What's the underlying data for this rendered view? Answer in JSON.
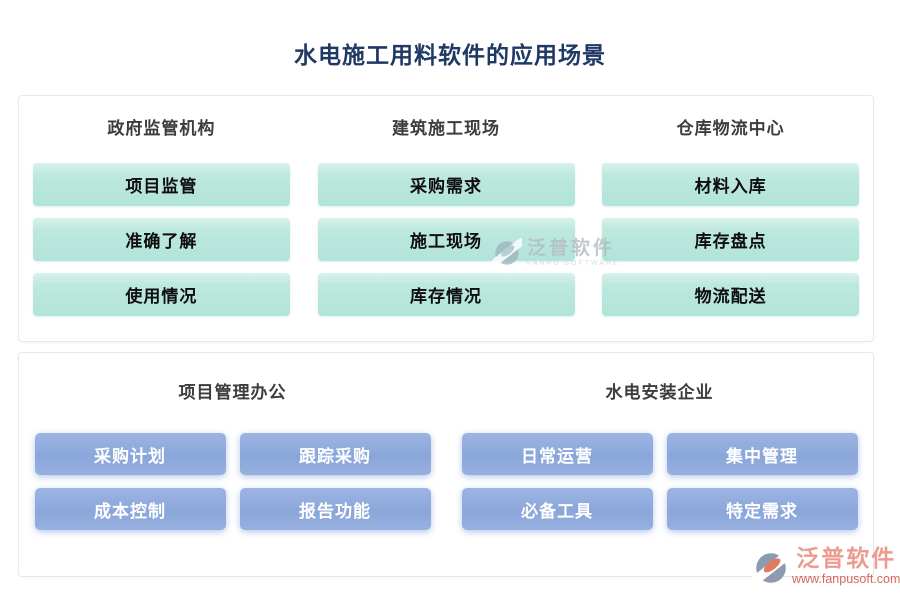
{
  "title": "水电施工用料软件的应用场景",
  "panels": {
    "top": {
      "groups": [
        {
          "header": "政府监管机构",
          "items": [
            "项目监管",
            "准确了解",
            "使用情况"
          ]
        },
        {
          "header": "建筑施工现场",
          "items": [
            "采购需求",
            "施工现场",
            "库存情况"
          ]
        },
        {
          "header": "仓库物流中心",
          "items": [
            "材料入库",
            "库存盘点",
            "物流配送"
          ]
        }
      ]
    },
    "bottom": {
      "groups": [
        {
          "header": "项目管理办公",
          "items": [
            "采购计划",
            "跟踪采购",
            "成本控制",
            "报告功能"
          ]
        },
        {
          "header": "水电安装企业",
          "items": [
            "日常运营",
            "集中管理",
            "必备工具",
            "特定需求"
          ]
        }
      ]
    }
  },
  "watermarks": {
    "center": {
      "brand": "泛普软件",
      "sub": "FANPU SOFTWARE"
    },
    "corner": {
      "brand": "泛普软件",
      "url": "www.fanpusoft.com"
    }
  },
  "colors": {
    "title": "#1f3864",
    "header_text": "#3d3d3d",
    "mint_button": "#b2e4d9",
    "blue_button": "#8aa6da",
    "panel_border": "#e8e8e8",
    "watermark_gray": "#b4bcbf",
    "watermark_salmon": "#ec9c8f",
    "watermark_red": "#d4695b",
    "logo_gray": "#8e9ab0",
    "logo_orange": "#e07b5e"
  }
}
